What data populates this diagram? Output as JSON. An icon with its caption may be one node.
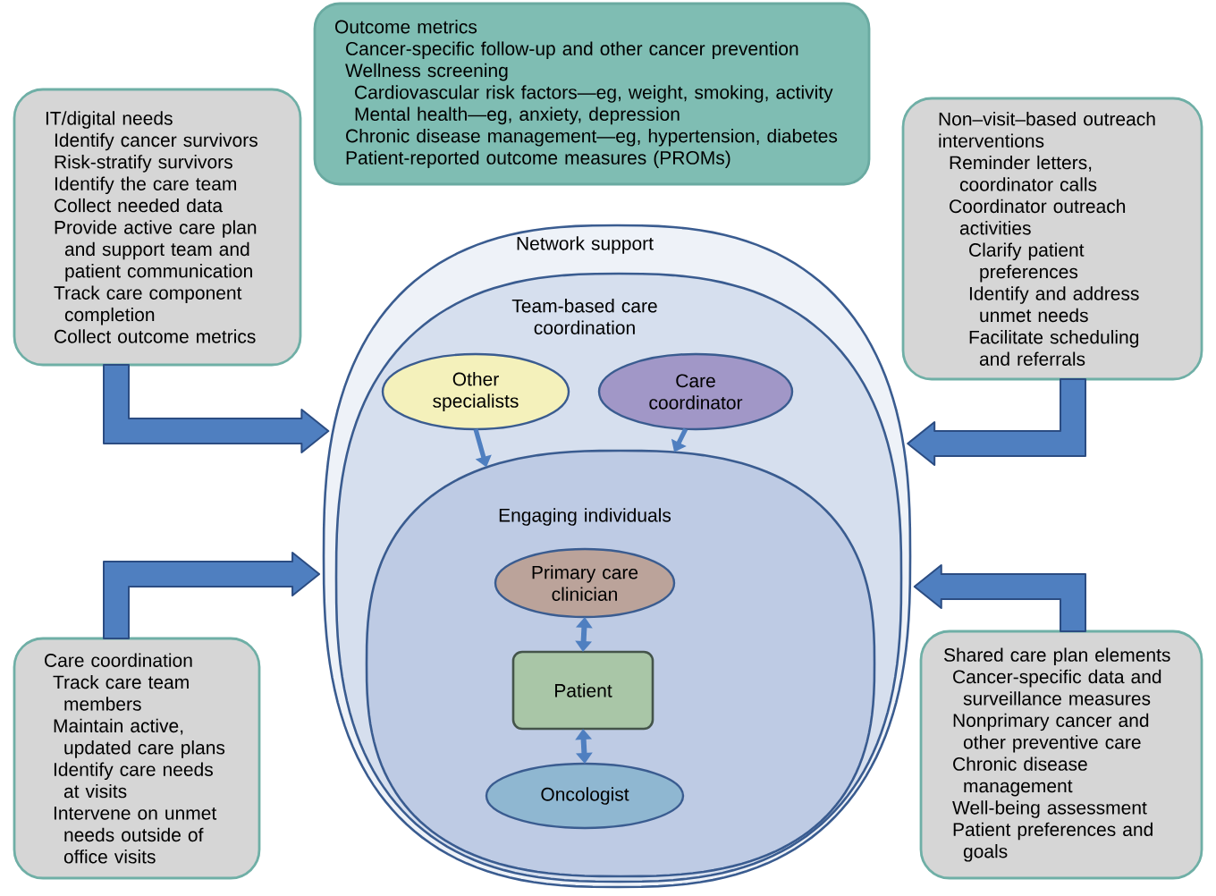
{
  "diagram": {
    "nodes": [
      {
        "text": [
          "Outcome metrics",
          "Cancer-specific follow-up and other cancer prevention",
          "Wellness screening",
          "Cardiovascular risk factors—eg, weight, smoking, activity",
          "Mental health—eg, anxiety, depression",
          "Chronic disease management—eg, hypertension, diabetes",
          "Patient-reported outcome measures (PROMs)"
        ]
      },
      {
        "text": [
          "IT/digital needs",
          "Identify cancer survivors",
          "Risk-stratify survivors",
          "Identify the care team",
          "Collect needed data",
          "Provide active care plan and support team and patient communication",
          "Track care component completion",
          "Collect outcome metrics"
        ]
      },
      {
        "text": [
          "Non–visit–based outreach interventions",
          "Reminder letters, coordinator calls",
          "Coordinator outreach activities",
          "Clarify patient preferences",
          "Identify and address unmet needs",
          "Facilitate scheduling and referrals"
        ]
      },
      {
        "text": [
          "Network support"
        ]
      },
      {
        "text": [
          "Team-based care coordination"
        ],
        "in": 3
      },
      {
        "text": [
          "Other specialists"
        ],
        "in": 4
      },
      {
        "text": [
          "Care coordinator"
        ],
        "in": 4
      },
      {
        "text": [
          "Engaging individuals"
        ],
        "in": 4
      },
      {
        "text": [
          "Primary care clinician"
        ],
        "in": 7
      },
      {
        "text": [
          "Patient"
        ],
        "in": 7
      },
      {
        "text": [
          "Oncologist"
        ],
        "in": 7
      },
      {
        "text": [
          "Care coordination",
          "Track care team members",
          "Maintain active, updated care plans",
          "Identify care needs at visits",
          "Intervene on unmet needs outside of office visits"
        ]
      },
      {
        "text": [
          "Shared care plan elements",
          "Cancer-specific data and surveillance measures",
          "Nonprimary cancer and other preventive care",
          "Chronic disease management",
          "Well-being assessment",
          "Patient preferences and goals"
        ]
      }
    ],
    "edges": [
      {
        "from": 1,
        "to": 3,
        "arrow": "to",
        "style": "thick"
      },
      {
        "from": 2,
        "to": 3,
        "arrow": "to",
        "style": "thick"
      },
      {
        "from": 5,
        "to": 7,
        "arrow": "to"
      },
      {
        "from": 6,
        "to": 7,
        "arrow": "to"
      },
      {
        "from": 8,
        "to": 9,
        "arrow": "both"
      },
      {
        "from": 9,
        "to": 10,
        "arrow": "both"
      },
      {
        "from": 11,
        "to": 3,
        "arrow": "to",
        "style": "thick"
      },
      {
        "from": 12,
        "to": 3,
        "arrow": "to",
        "style": "thick"
      }
    ]
  }
}
